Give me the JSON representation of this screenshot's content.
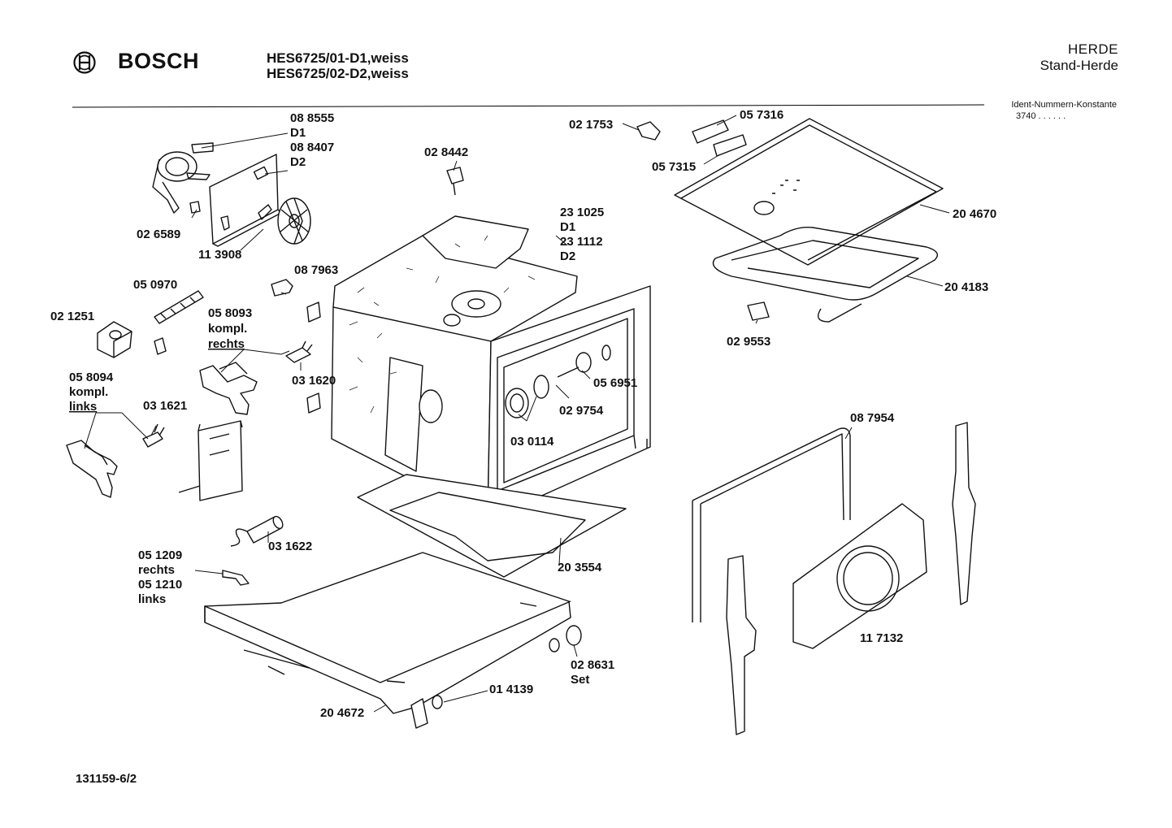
{
  "header": {
    "brand": "BOSCH",
    "models": [
      "HES6725/01-D1,weiss",
      "HES6725/02-D2,weiss"
    ],
    "category": "HERDE",
    "subcategory": "Stand-Herde",
    "ident_label": "Ident-Nummern-Konstante",
    "ident_value": "3740  . .  . . . ."
  },
  "footer": {
    "document_number": "131159-6/2"
  },
  "part_labels": {
    "p088555": "08 8555",
    "d1a": "D1",
    "p088407": "08 8407",
    "d2a": "D2",
    "p026589": "02 6589",
    "p113908": "11 3908",
    "p028442": "02 8442",
    "p021753": "02 1753",
    "p057316": "05 7316",
    "p057315": "05 7315",
    "p231025": "23 1025",
    "d1b": "D1",
    "p231112": "23 1112",
    "d2b": "D2",
    "p204670": "20 4670",
    "p204183": "20 4183",
    "p029553": "02 9553",
    "p087963": "08 7963",
    "p050970": "05 0970",
    "p021251": "02 1251",
    "p058093": "05 8093",
    "kompl_r": "kompl.",
    "rechts_r": "rechts",
    "p031620": "03 1620",
    "p058094": "05 8094",
    "kompl_l": "kompl.",
    "links_l": "links",
    "p031621": "03 1621",
    "p056951": "05 6951",
    "p029754": "02 9754",
    "p030114": "03 0114",
    "p087954": "08 7954",
    "p031622": "03 1622",
    "p051209": "05 1209",
    "rechts_b": "rechts",
    "p051210": "05 1210",
    "links_b": "links",
    "p203554": "20 3554",
    "p117132": "11 7132",
    "p028631": "02 8631",
    "set": "Set",
    "p014139": "01 4139",
    "p204672": "20 4672"
  },
  "icons": [
    "bosch-armature-logo"
  ]
}
